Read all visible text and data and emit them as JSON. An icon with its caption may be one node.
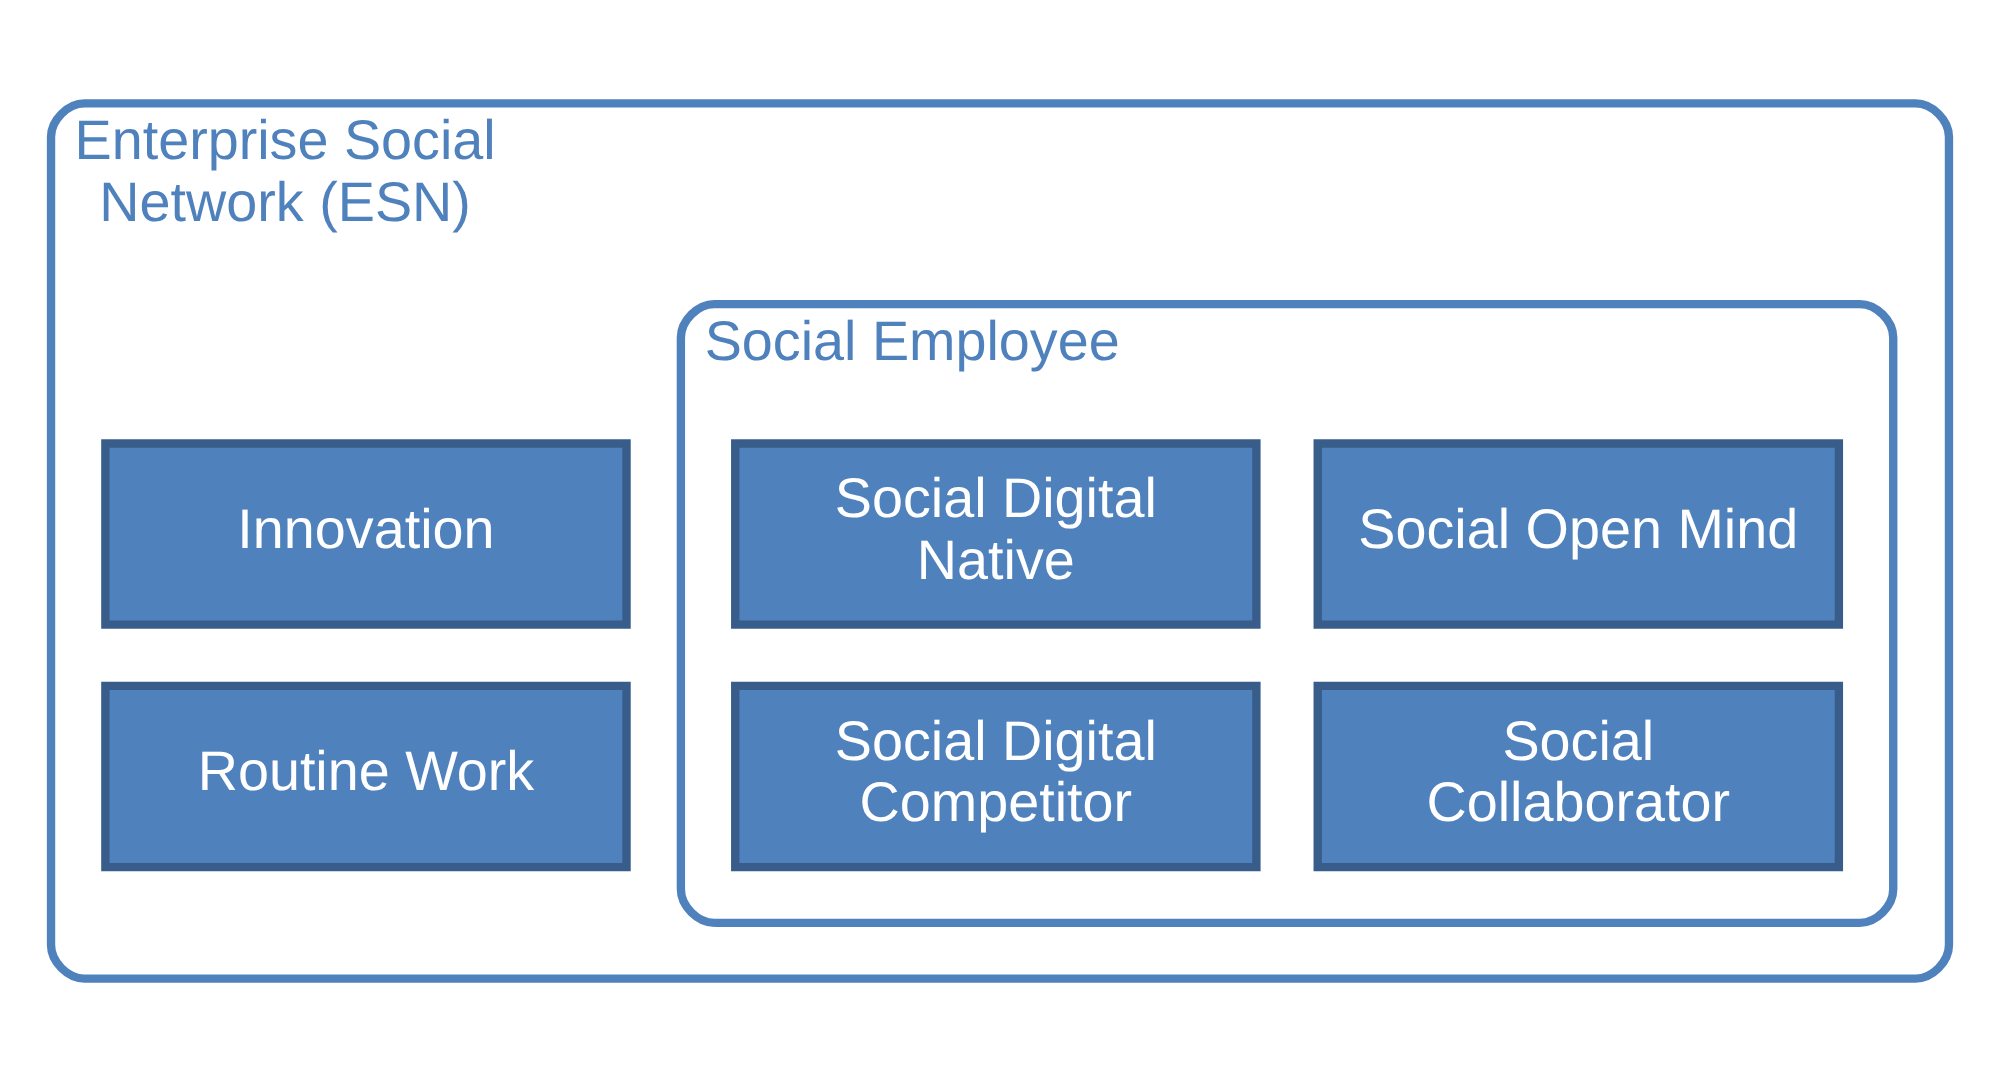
{
  "diagram": {
    "nodes": [
      {
        "text": [
          "Enterprise Social Network (ESN)"
        ]
      },
      {
        "text": [
          "Innovation"
        ],
        "in": 0
      },
      {
        "text": [
          "Routine Work"
        ],
        "in": 0
      },
      {
        "text": [
          "Social Employee"
        ],
        "in": 0
      },
      {
        "text": [
          "Social Open Mind"
        ],
        "in": 3
      },
      {
        "text": [
          "Social Digital Native"
        ],
        "in": 3
      },
      {
        "text": [
          "Social Collaborator"
        ],
        "in": 3
      },
      {
        "text": [
          "Social Digital Competitor"
        ],
        "in": 3
      }
    ]
  }
}
